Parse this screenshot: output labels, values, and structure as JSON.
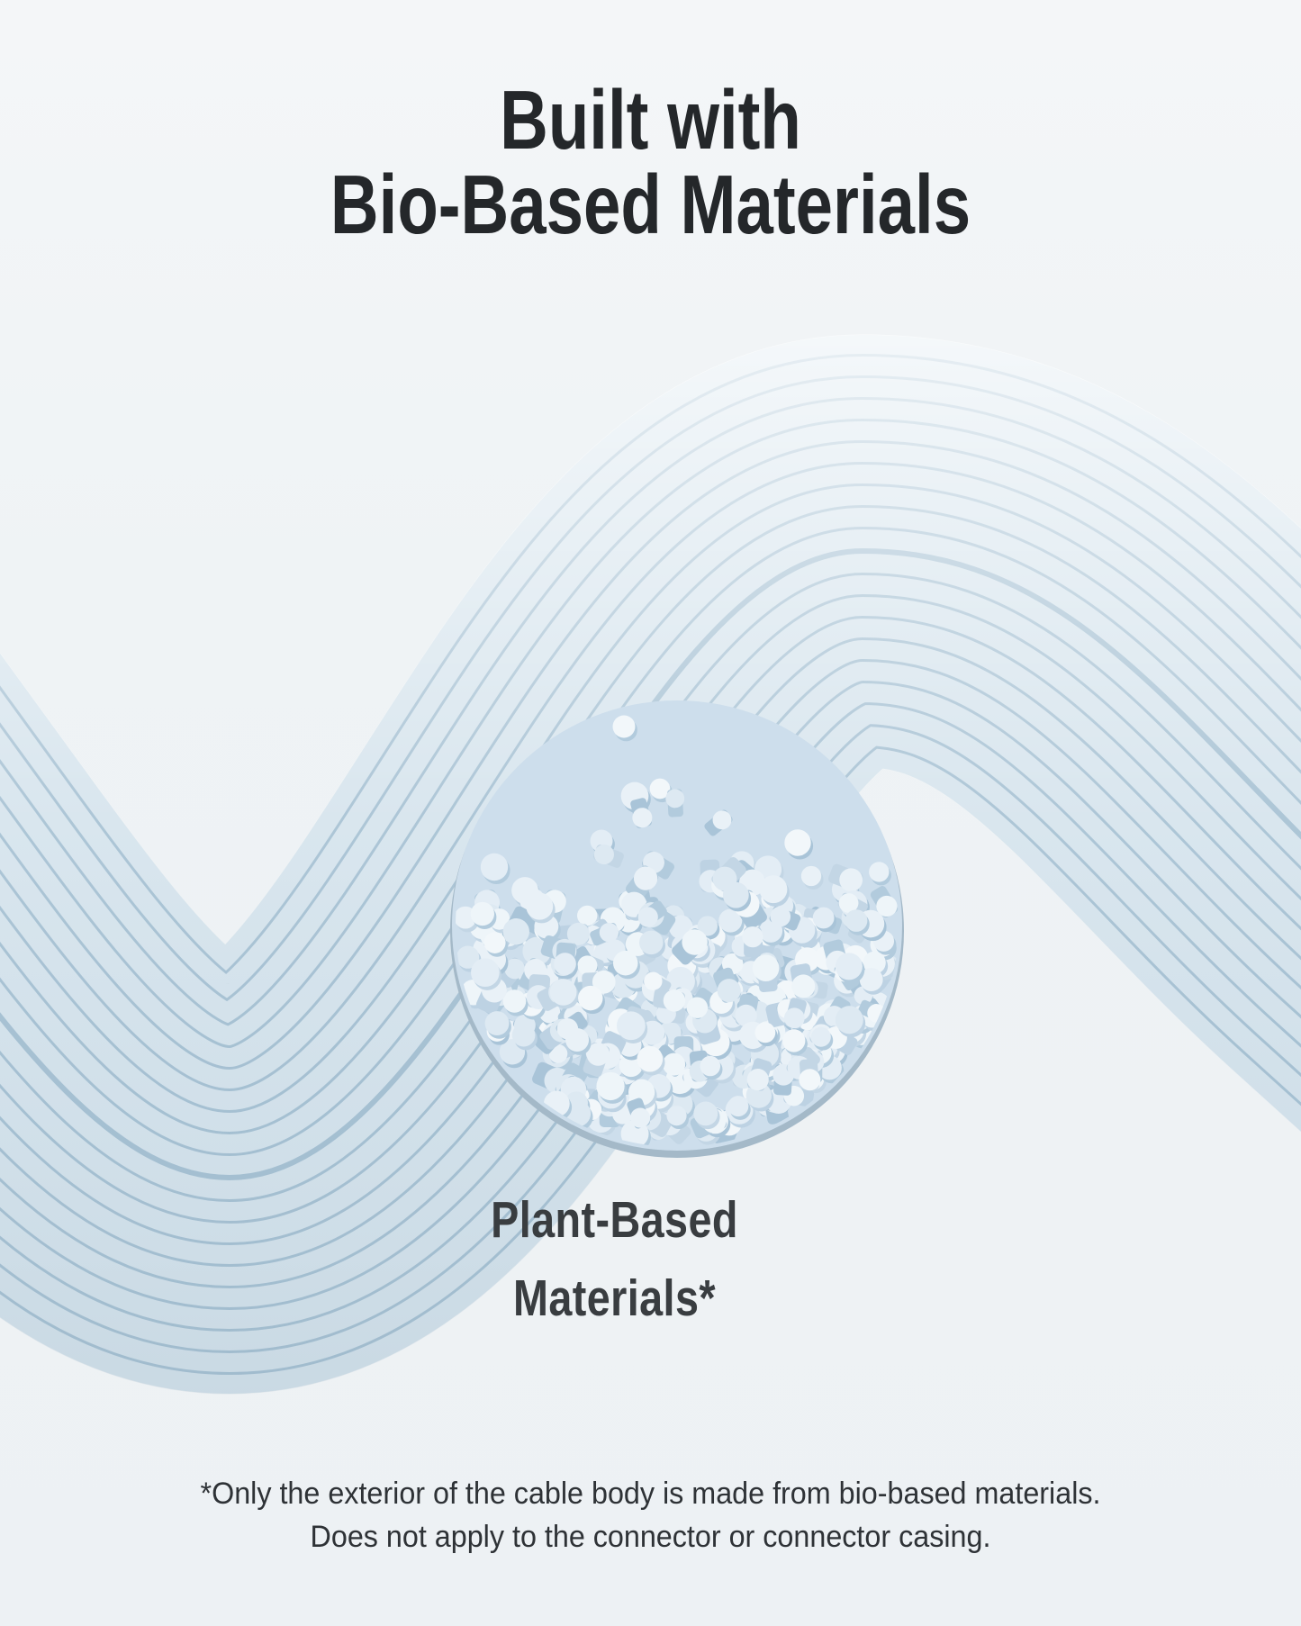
{
  "title": {
    "line1": "Built with",
    "line2": "Bio-Based Materials"
  },
  "inset_caption": {
    "line1": "Plant-Based",
    "line2": "Materials*"
  },
  "footnote": {
    "line1": "*Only the exterior of the cable body is made from bio-based materials.",
    "line2": "Does not apply to the connector or connector casing."
  },
  "illustration": {
    "subject": "ribbed bio-based cable wave with inset disc of plant-based plastic pellets",
    "strand_count": 20
  },
  "palette": {
    "background": "#f0f3f5",
    "title_text": "#24272a",
    "caption_text": "#393d40",
    "footnote_text": "#2e3236",
    "cable_strand": "#d6e4ed",
    "cable_groove": "#a6c1d3",
    "disc_fill": "#cddeec",
    "disc_rim": "#a9bccb",
    "pellet_light": "#e9f1f7",
    "pellet_shadow": "#bdd2e3"
  }
}
